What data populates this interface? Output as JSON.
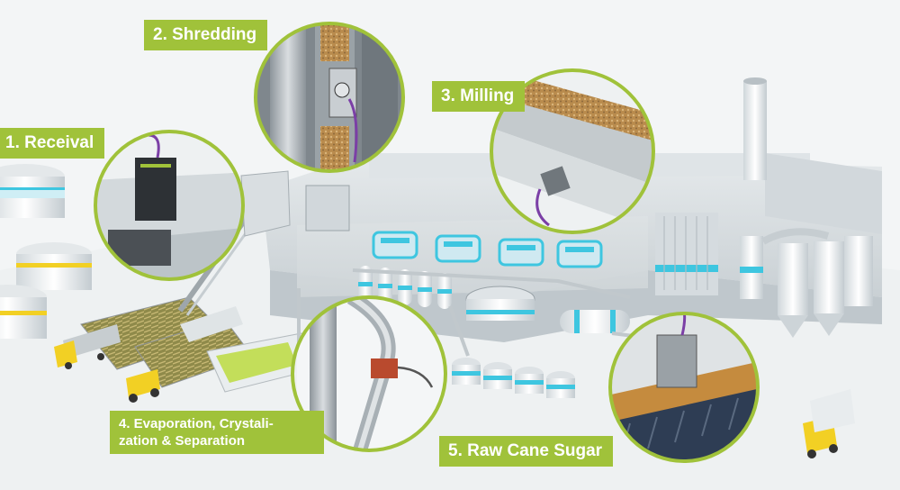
{
  "colors": {
    "accent_green": "#a0c23a",
    "cyan_stripe": "#3ec6e0",
    "yellow_stripe": "#f2d024",
    "cable_purple": "#7b3fa6",
    "background": "#f3f5f6"
  },
  "steps": [
    {
      "number": "1",
      "label": "1. Receival"
    },
    {
      "number": "2",
      "label": "2. Shredding"
    },
    {
      "number": "3",
      "label": "3. Milling"
    },
    {
      "number": "4",
      "label": "4. Evaporation, Crystali-zation & Separation",
      "line1": "4. Evaporation, Crystali-",
      "line2": "zation & Separation"
    },
    {
      "number": "5",
      "label": "5. Raw Cane Sugar"
    }
  ],
  "detail_icons": [
    "sensor-device-icon",
    "conveyor-sensor-icon",
    "mill-sensor-icon",
    "pipe-valve-icon",
    "centrifuge-sensor-icon"
  ]
}
